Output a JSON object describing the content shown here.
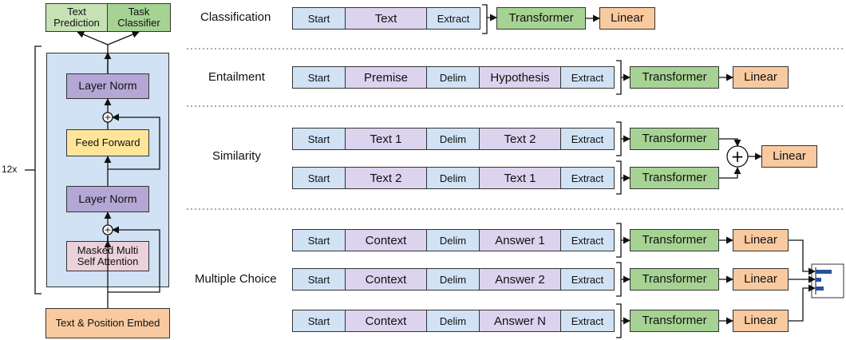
{
  "architecture": {
    "outputs": {
      "text_prediction": "Text\nPrediction",
      "task_classifier": "Task\nClassifier"
    },
    "repeat_label": "12x",
    "blocks": {
      "layer_norm_top": "Layer Norm",
      "feed_forward": "Feed Forward",
      "layer_norm_bottom": "Layer Norm",
      "masked_attention": "Masked Multi\nSelf Attention"
    },
    "embed": "Text & Position Embed",
    "add_symbol": "+"
  },
  "tasks": {
    "classification": {
      "label": "Classification",
      "input": [
        "Start",
        "Text",
        "Extract"
      ],
      "transformer": "Transformer",
      "linear": "Linear"
    },
    "entailment": {
      "label": "Entailment",
      "input": [
        "Start",
        "Premise",
        "Delim",
        "Hypothesis",
        "Extract"
      ],
      "transformer": "Transformer",
      "linear": "Linear"
    },
    "similarity": {
      "label": "Similarity",
      "inputs": [
        [
          "Start",
          "Text 1",
          "Delim",
          "Text 2",
          "Extract"
        ],
        [
          "Start",
          "Text 2",
          "Delim",
          "Text 1",
          "Extract"
        ]
      ],
      "transformer": "Transformer",
      "linear": "Linear",
      "add_symbol": "+"
    },
    "multiple_choice": {
      "label": "Multiple Choice",
      "inputs": [
        [
          "Start",
          "Context",
          "Delim",
          "Answer 1",
          "Extract"
        ],
        [
          "Start",
          "Context",
          "Delim",
          "Answer 2",
          "Extract"
        ],
        [
          "Start",
          "Context",
          "Delim",
          "Answer N",
          "Extract"
        ]
      ],
      "transformer": "Transformer",
      "linear": "Linear"
    }
  },
  "colors": {
    "token_blue": "#d0e2f4",
    "text_purple": "#dcd3ee",
    "transformer_green": "#a6d393",
    "linear_orange": "#f9caa0",
    "output_green": "#a6d393",
    "output_light_green": "#c6e2b4",
    "layer_norm_purple": "#b4a7d6",
    "feed_forward_yellow": "#ffe599",
    "attention_pink": "#ead1dc",
    "block_bg": "#d0e2f4"
  }
}
